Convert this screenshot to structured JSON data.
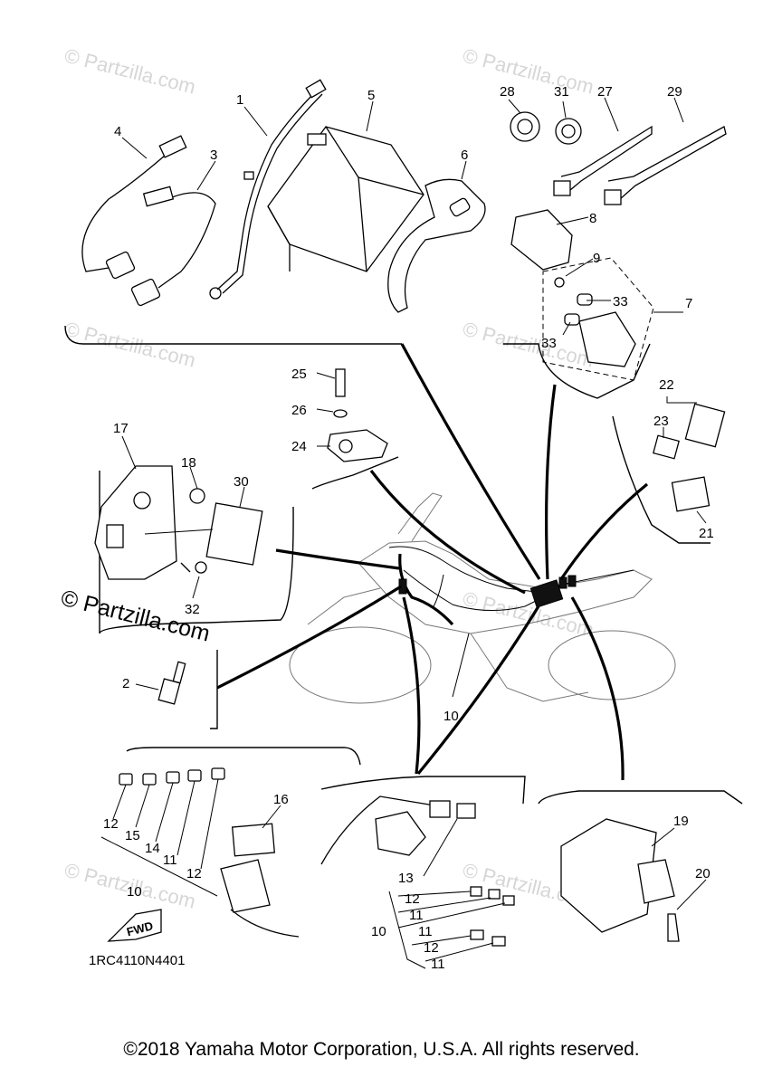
{
  "watermark": "© Partzilla.com",
  "diagram_code": "1RC4110N4401",
  "fwd_label": "FWD",
  "copyright": "©2018 Yamaha Motor Corporation, U.S.A. All rights reserved.",
  "callouts": {
    "c1": "1",
    "c2": "2",
    "c3": "3",
    "c4": "4",
    "c5": "5",
    "c6": "6",
    "c7": "7",
    "c8": "8",
    "c9": "9",
    "c10a": "10",
    "c10b": "10",
    "c10c": "10",
    "c11a": "11",
    "c11b": "11",
    "c11c": "11",
    "c11d": "11",
    "c12a": "12",
    "c12b": "12",
    "c12c": "12",
    "c12d": "12",
    "c13": "13",
    "c14": "14",
    "c15": "15",
    "c16": "16",
    "c17": "17",
    "c18": "18",
    "c19": "19",
    "c20": "20",
    "c21": "21",
    "c22": "22",
    "c23": "23",
    "c24": "24",
    "c25": "25",
    "c26": "26",
    "c27": "27",
    "c28": "28",
    "c29": "29",
    "c30": "30",
    "c31": "31",
    "c32": "32",
    "c33a": "33",
    "c33b": "33"
  }
}
